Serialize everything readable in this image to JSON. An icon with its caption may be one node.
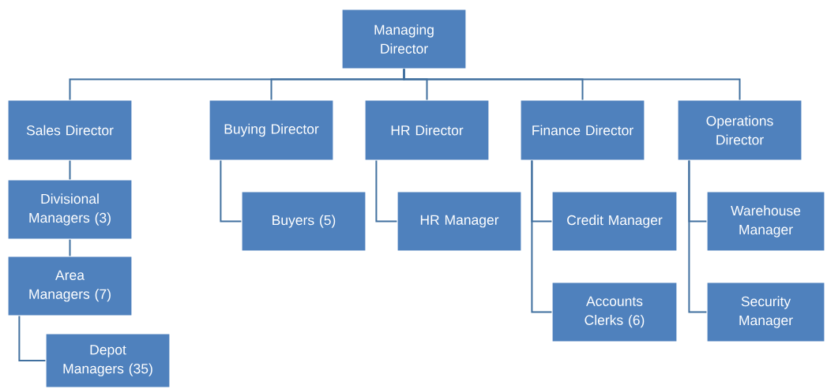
{
  "diagram": {
    "nodes": [
      {
        "text": [
          "Managing Director"
        ]
      },
      {
        "text": [
          "Sales Director"
        ]
      },
      {
        "text": [
          "Buying Director"
        ]
      },
      {
        "text": [
          "HR Director"
        ]
      },
      {
        "text": [
          "Finance Director"
        ]
      },
      {
        "text": [
          "Operations Director"
        ]
      },
      {
        "text": [
          "Divisional Managers (3)"
        ]
      },
      {
        "text": [
          "Area Managers (7)"
        ]
      },
      {
        "text": [
          "Depot Managers (35)"
        ]
      },
      {
        "text": [
          "Buyers (5)"
        ]
      },
      {
        "text": [
          "HR Manager"
        ]
      },
      {
        "text": [
          "Credit Manager"
        ]
      },
      {
        "text": [
          "Accounts Clerks (6)"
        ]
      },
      {
        "text": [
          "Warehouse Manager"
        ]
      },
      {
        "text": [
          "Security Manager"
        ]
      }
    ],
    "edges": [
      {
        "from": 0,
        "to": 1,
        "arrow": "none"
      },
      {
        "from": 0,
        "to": 2,
        "arrow": "none"
      },
      {
        "from": 0,
        "to": 3,
        "arrow": "none"
      },
      {
        "from": 0,
        "to": 4,
        "arrow": "none"
      },
      {
        "from": 0,
        "to": 5,
        "arrow": "none"
      },
      {
        "from": 1,
        "to": 6,
        "arrow": "none"
      },
      {
        "from": 6,
        "to": 7,
        "arrow": "none"
      },
      {
        "from": 7,
        "to": 8,
        "arrow": "none"
      },
      {
        "from": 2,
        "to": 9,
        "arrow": "none"
      },
      {
        "from": 3,
        "to": 10,
        "arrow": "none"
      },
      {
        "from": 4,
        "to": 11,
        "arrow": "none"
      },
      {
        "from": 4,
        "to": 12,
        "arrow": "none"
      },
      {
        "from": 5,
        "to": 13,
        "arrow": "none"
      },
      {
        "from": 5,
        "to": 14,
        "arrow": "none"
      }
    ]
  }
}
